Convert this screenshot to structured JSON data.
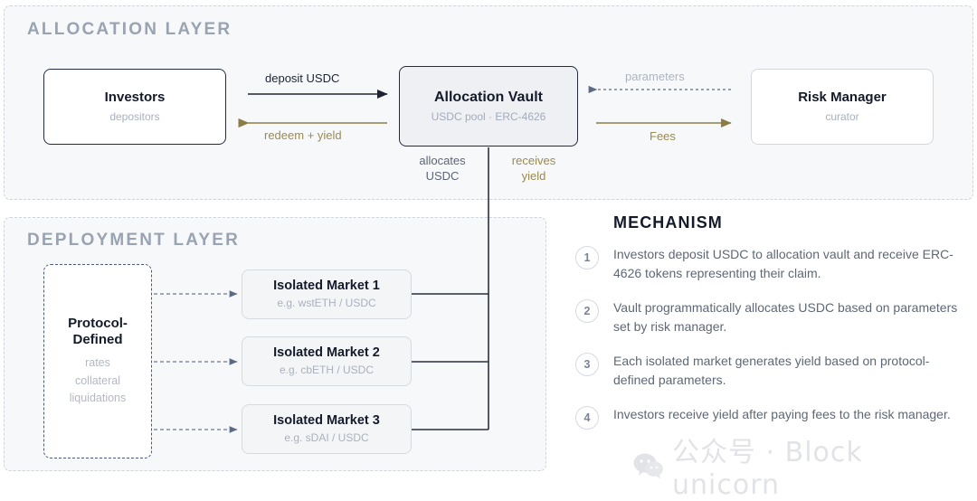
{
  "layers": {
    "allocation": {
      "title": "ALLOCATION LAYER"
    },
    "deployment": {
      "title": "DEPLOYMENT LAYER"
    }
  },
  "nodes": {
    "investors": {
      "title": "Investors",
      "subtitle": "depositors"
    },
    "vault": {
      "title": "Allocation Vault",
      "subtitle": "USDC pool · ERC-4626"
    },
    "risk": {
      "title": "Risk Manager",
      "subtitle": "curator"
    },
    "protocol": {
      "title": "Protocol-\nDefined",
      "title_line1": "Protocol-",
      "title_line2": "Defined",
      "subtitle": "rates\ncollateral\nliquidations",
      "sub1": "rates",
      "sub2": "collateral",
      "sub3": "liquidations"
    }
  },
  "markets": [
    {
      "title": "Isolated Market 1",
      "subtitle": "e.g. wstETH / USDC"
    },
    {
      "title": "Isolated Market 2",
      "subtitle": "e.g. cbETH / USDC"
    },
    {
      "title": "Isolated Market 3",
      "subtitle": "e.g. sDAI / USDC"
    }
  ],
  "edges": {
    "deposit": "deposit USDC",
    "redeem": "redeem + yield",
    "parameters": "parameters",
    "fees": "Fees",
    "allocates": "allocates\nUSDC",
    "allocates_l1": "allocates",
    "allocates_l2": "USDC",
    "receives_l1": "receives",
    "receives_l2": "yield"
  },
  "mechanism": {
    "title": "MECHANISM",
    "steps": [
      {
        "num": "1",
        "text": "Investors deposit USDC to allocation vault and receive ERC-4626 tokens representing their claim."
      },
      {
        "num": "2",
        "text": "Vault programmatically allocates USDC based on parameters set by risk manager."
      },
      {
        "num": "3",
        "text": "Each isolated market generates yield based on protocol-defined parameters."
      },
      {
        "num": "4",
        "text": "Investors receive yield after paying fees to the risk manager."
      }
    ]
  },
  "watermark": {
    "text": "公众号 · Block unicorn",
    "icon": "wechat-logo"
  },
  "colors": {
    "ink": "#151a2b",
    "muted": "#a9b0bd",
    "layer_title": "#9aa3b2",
    "olive": "#9a8a52",
    "panel_bg": "#f7f8f9",
    "dashed_border": "#cfd4dc"
  }
}
